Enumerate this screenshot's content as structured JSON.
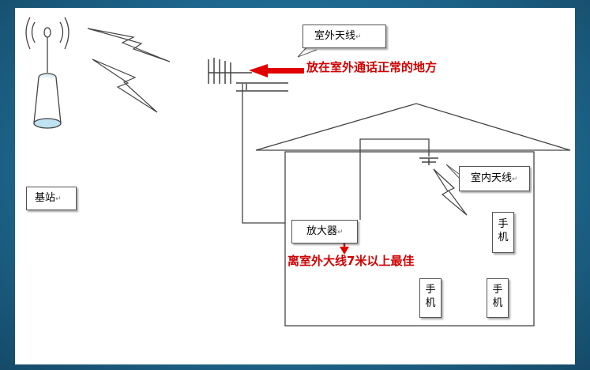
{
  "labels": {
    "base_station": "基站",
    "outdoor_antenna": "室外天线",
    "indoor_antenna": "室内天线",
    "amplifier": "放大器",
    "phone_char1": "手",
    "phone_char2": "机"
  },
  "annotations": {
    "outdoor_note": "放在室外通话正常的地方",
    "distance_note": "离室外大线7米以上最佳"
  },
  "paragraph_mark": "↵",
  "colors": {
    "frame": "#1f6a92",
    "annotation_red": "#d00000",
    "line": "#444444"
  }
}
